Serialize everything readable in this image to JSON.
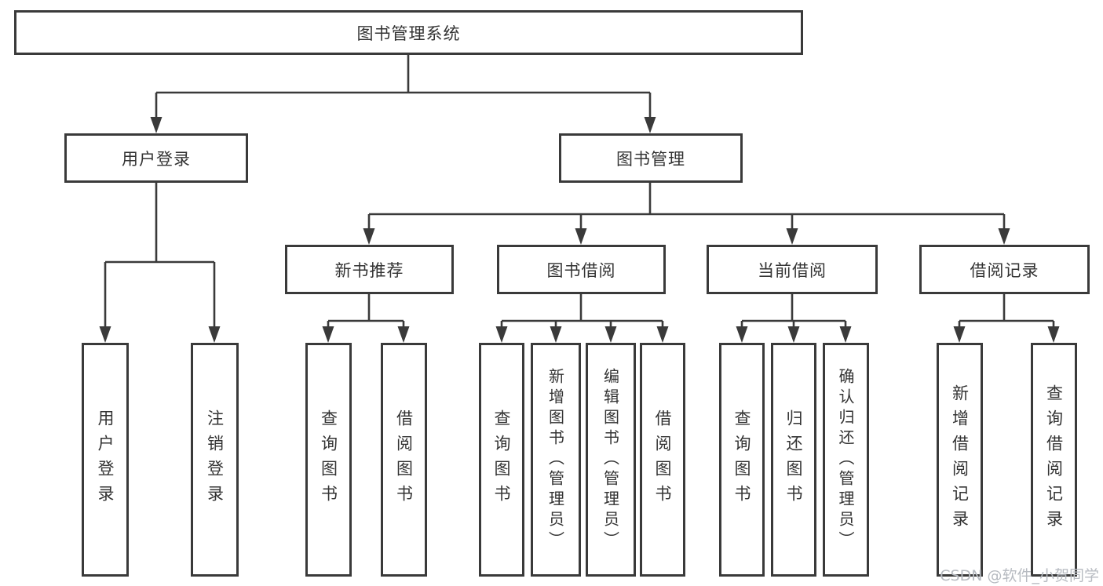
{
  "colors": {
    "line": "#3a3a3a",
    "text": "#333333",
    "watermark": "#b7bbc1",
    "bg": "#ffffff"
  },
  "watermark": {
    "text": "CSDN @软件_小贺同学"
  },
  "tree": {
    "label": "图书管理系统",
    "children": [
      {
        "label": "用户登录",
        "children": [
          {
            "label": "用户登录"
          },
          {
            "label": "注销登录"
          }
        ]
      },
      {
        "label": "图书管理",
        "children": [
          {
            "label": "新书推荐",
            "children": [
              {
                "label": "查询图书"
              },
              {
                "label": "借阅图书"
              }
            ]
          },
          {
            "label": "图书借阅",
            "children": [
              {
                "label": "查询图书"
              },
              {
                "label": "新增图书（管理员）"
              },
              {
                "label": "编辑图书（管理员）"
              },
              {
                "label": "借阅图书"
              }
            ]
          },
          {
            "label": "当前借阅",
            "children": [
              {
                "label": "查询图书"
              },
              {
                "label": "归还图书"
              },
              {
                "label": "确认归还（管理员）"
              }
            ]
          },
          {
            "label": "借阅记录",
            "children": [
              {
                "label": "新增借阅记录"
              },
              {
                "label": "查询借阅记录"
              }
            ]
          }
        ]
      }
    ]
  }
}
